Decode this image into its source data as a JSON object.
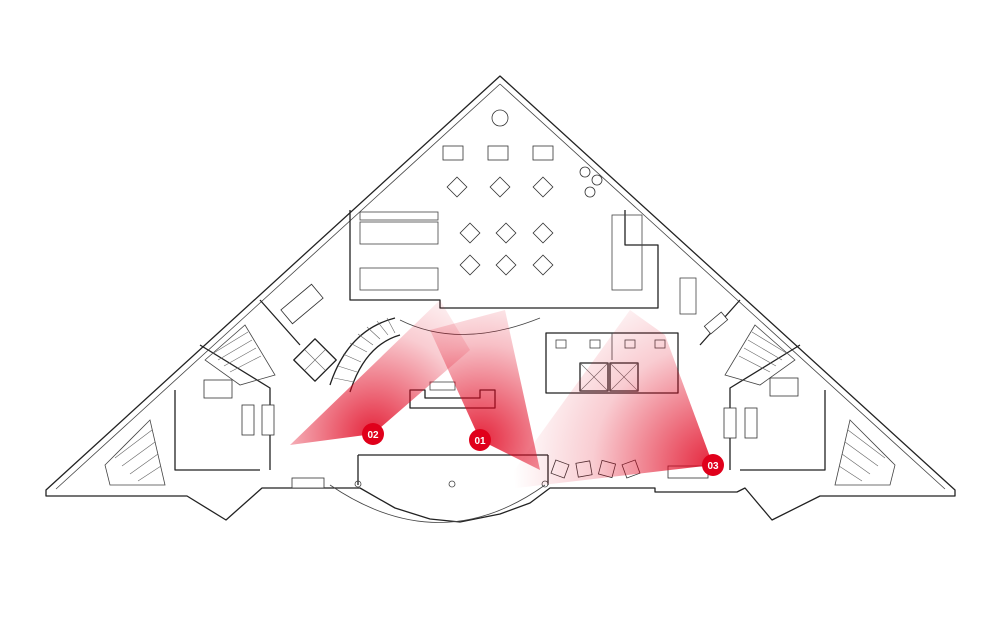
{
  "plan": {
    "background": "#ffffff",
    "line_color": "#222222",
    "marker_color": "#e0001b",
    "markers": [
      {
        "id": "m01",
        "label": "01"
      },
      {
        "id": "m02",
        "label": "02"
      },
      {
        "id": "m03",
        "label": "03"
      }
    ]
  }
}
